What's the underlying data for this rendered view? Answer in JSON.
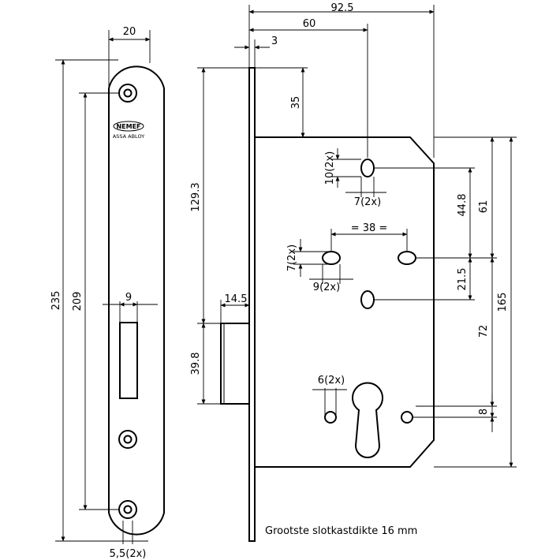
{
  "drawing": {
    "brand_logo": "NEMEF",
    "brand_sub": "ASSA ABLOY",
    "note": "Grootste slotkastdikte 16 mm"
  },
  "faceplate_dims": {
    "width": "20",
    "overall_height": "235",
    "screw_spacing": "209",
    "slot_width": "9",
    "screw_holes": "5,5(2x)"
  },
  "lockcase_dims": {
    "depth": "92.5",
    "backset": "60",
    "plate_thickness": "3",
    "top_to_case": "35",
    "plate_to_latch": "129.3",
    "latch_projection": "14.5",
    "latch_height": "39.8",
    "oval_hole_height": "10(2x)",
    "oval_hole_width": "7(2x)",
    "hole_spacing": "= 38 =",
    "side_hole_height": "7(2x)",
    "side_hole_width": "9(2x)",
    "dist_44_8": "44.8",
    "dist_61": "61",
    "dist_21_5": "21.5",
    "dist_72": "72",
    "dist_165": "165",
    "cylinder_hole": "6(2x)",
    "dist_8": "8"
  }
}
